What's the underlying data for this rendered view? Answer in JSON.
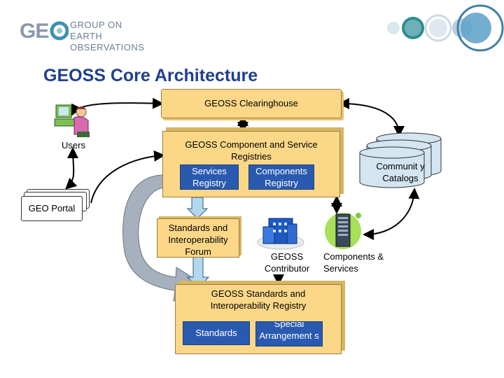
{
  "header": {
    "logo_mark": "GEO",
    "logo_line1": "GROUP ON",
    "logo_line2": "EARTH OBSERVATIONS"
  },
  "title": "GEOSS Core Architecture",
  "nodes": {
    "clearinghouse": "GEOSS Clearinghouse",
    "users": "Users",
    "geo_portal": "GEO Portal",
    "registries_title": "GEOSS Component and Service Registries",
    "services_registry": "Services Registry",
    "components_registry": "Components Registry",
    "community_catalogs": "Communit y Catalogs",
    "forum": "Standards and Interoperability Forum",
    "contributor": "GEOSS Contributor",
    "components_services": "Components & Services",
    "standards_registry_title": "GEOSS Standards and Interoperability Registry",
    "standards": "Standards",
    "special_arrangements": "Special Arrangement s"
  },
  "colors": {
    "title": "#1f3f8f",
    "box_fill": "#fcd788",
    "inner_box_blue": "#2a5ab0",
    "logo_text": "#6d7d96",
    "circle_teal": "#3a8f8f"
  },
  "icons": [
    "person-at-computer-icon",
    "building-icon",
    "server-icon",
    "database-cylinder-icon"
  ]
}
